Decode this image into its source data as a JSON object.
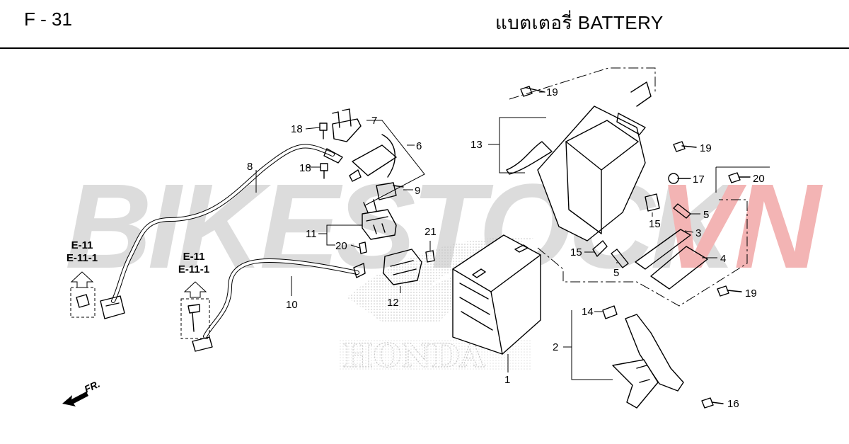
{
  "header": {
    "page_code": "F - 31",
    "title": "แบตเตอรี่  BATTERY"
  },
  "watermark": {
    "brand_main": "BIKESTOCK",
    "brand_accent": "VN",
    "maker": "HONDA",
    "main_color": "#dcdcdc",
    "accent_color": "#f3b4b4"
  },
  "callouts": {
    "c1": "1",
    "c2": "2",
    "c3": "3",
    "c4": "4",
    "c5a": "5",
    "c5b": "5",
    "c6": "6",
    "c7": "7",
    "c8": "8",
    "c9": "9",
    "c10": "10",
    "c11": "11",
    "c12": "12",
    "c13": "13",
    "c14": "14",
    "c15a": "15",
    "c15b": "15",
    "c16": "16",
    "c17": "17",
    "c18a": "18",
    "c18b": "18",
    "c19a": "19",
    "c19b": "19",
    "c19c": "19",
    "c20a": "20",
    "c20b": "20",
    "c21": "21"
  },
  "references": {
    "left_line1": "E-11",
    "left_line2": "E-11-1",
    "right_line1": "E-11",
    "right_line2": "E-11-1"
  },
  "direction": {
    "label": "FR."
  }
}
